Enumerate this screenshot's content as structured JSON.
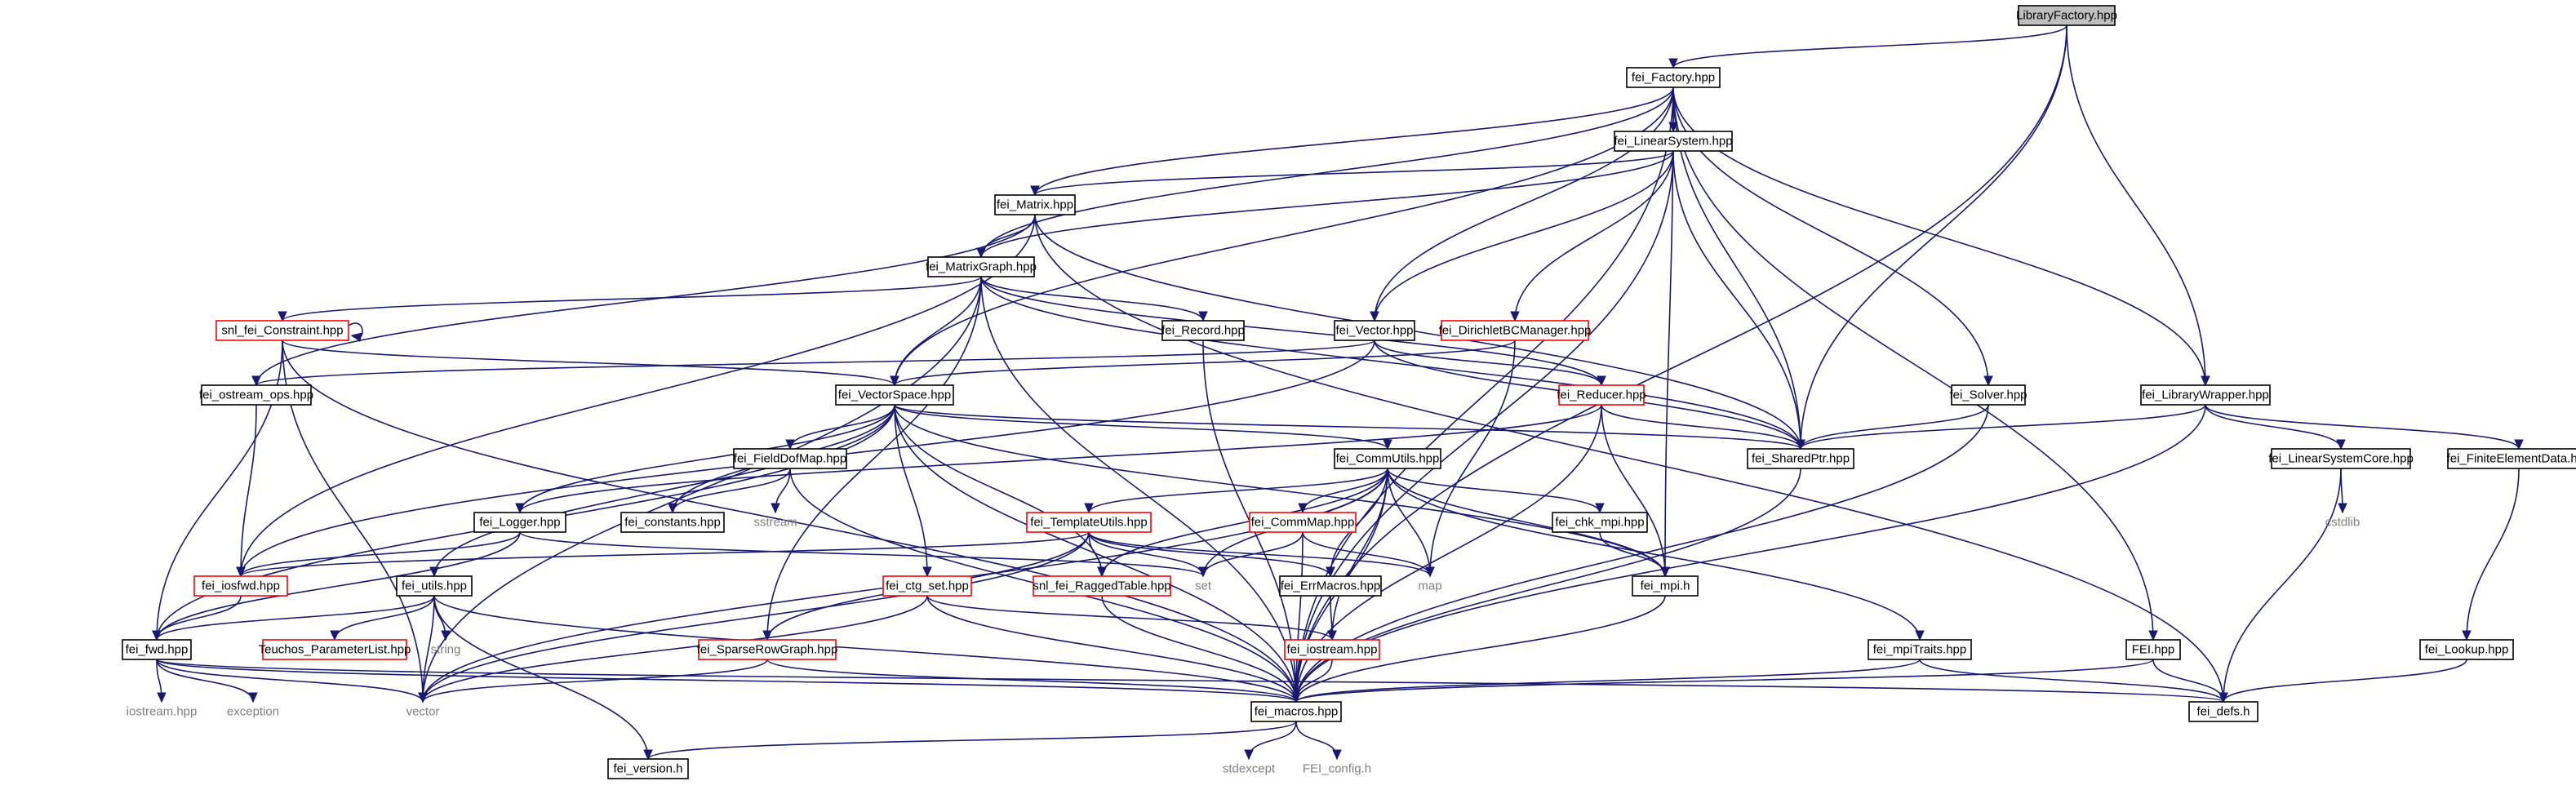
{
  "graph": {
    "title": "",
    "colors": {
      "edge": "#191970",
      "node_border": "#000000",
      "incomplete_border": "#ff0000",
      "root_fill": "#bfbfbf",
      "external_text": "#808080"
    },
    "nodes": [
      {
        "id": "root",
        "label": "LibraryFactory.hpp",
        "kind": "root"
      },
      {
        "id": "factory",
        "label": "fei_Factory.hpp",
        "kind": "node"
      },
      {
        "id": "linsys",
        "label": "fei_LinearSystem.hpp",
        "kind": "node"
      },
      {
        "id": "matrix",
        "label": "fei_Matrix.hpp",
        "kind": "node"
      },
      {
        "id": "matgraph",
        "label": "fei_MatrixGraph.hpp",
        "kind": "node"
      },
      {
        "id": "constraint",
        "label": "snl_fei_Constraint.hpp",
        "kind": "red"
      },
      {
        "id": "record",
        "label": "fei_Record.hpp",
        "kind": "node"
      },
      {
        "id": "vector",
        "label": "fei_Vector.hpp",
        "kind": "node"
      },
      {
        "id": "dirichlet",
        "label": "fei_DirichletBCManager.hpp",
        "kind": "red"
      },
      {
        "id": "ostream",
        "label": "fei_ostream_ops.hpp",
        "kind": "node"
      },
      {
        "id": "vspace",
        "label": "fei_VectorSpace.hpp",
        "kind": "node"
      },
      {
        "id": "reducer",
        "label": "fei_Reducer.hpp",
        "kind": "red"
      },
      {
        "id": "solver",
        "label": "fei_Solver.hpp",
        "kind": "node"
      },
      {
        "id": "libwrap",
        "label": "fei_LibraryWrapper.hpp",
        "kind": "node"
      },
      {
        "id": "fielddof",
        "label": "fei_FieldDofMap.hpp",
        "kind": "node"
      },
      {
        "id": "commutils",
        "label": "fei_CommUtils.hpp",
        "kind": "node"
      },
      {
        "id": "sharedptr",
        "label": "fei_SharedPtr.hpp",
        "kind": "node"
      },
      {
        "id": "lscore",
        "label": "fei_LinearSystemCore.hpp",
        "kind": "node"
      },
      {
        "id": "fedata",
        "label": "fei_FiniteElementData.hpp",
        "kind": "node"
      },
      {
        "id": "logger",
        "label": "fei_Logger.hpp",
        "kind": "node"
      },
      {
        "id": "constants",
        "label": "fei_constants.hpp",
        "kind": "node"
      },
      {
        "id": "sstream",
        "label": "sstream",
        "kind": "ext"
      },
      {
        "id": "templ",
        "label": "fei_TemplateUtils.hpp",
        "kind": "red"
      },
      {
        "id": "commmap",
        "label": "fei_CommMap.hpp",
        "kind": "red"
      },
      {
        "id": "chkmpi",
        "label": "fei_chk_mpi.hpp",
        "kind": "node"
      },
      {
        "id": "cstdlib",
        "label": "cstdlib",
        "kind": "ext"
      },
      {
        "id": "iosfwd",
        "label": "fei_iosfwd.hpp",
        "kind": "red"
      },
      {
        "id": "utils",
        "label": "fei_utils.hpp",
        "kind": "node"
      },
      {
        "id": "ctgset",
        "label": "fei_ctg_set.hpp",
        "kind": "red"
      },
      {
        "id": "ragged",
        "label": "snl_fei_RaggedTable.hpp",
        "kind": "red"
      },
      {
        "id": "set",
        "label": "set",
        "kind": "ext"
      },
      {
        "id": "errmacros",
        "label": "fei_ErrMacros.hpp",
        "kind": "node"
      },
      {
        "id": "map",
        "label": "map",
        "kind": "ext"
      },
      {
        "id": "mpih",
        "label": "fei_mpi.h",
        "kind": "node"
      },
      {
        "id": "fwd",
        "label": "fei_fwd.hpp",
        "kind": "node"
      },
      {
        "id": "teuchos",
        "label": "Teuchos_ParameterList.hpp",
        "kind": "red"
      },
      {
        "id": "string",
        "label": "string",
        "kind": "ext"
      },
      {
        "id": "sparserow",
        "label": "fei_SparseRowGraph.hpp",
        "kind": "red"
      },
      {
        "id": "iostreamfei",
        "label": "fei_iostream.hpp",
        "kind": "red"
      },
      {
        "id": "mpitraits",
        "label": "fei_mpiTraits.hpp",
        "kind": "node"
      },
      {
        "id": "feihpp",
        "label": "FEI.hpp",
        "kind": "node"
      },
      {
        "id": "lookup",
        "label": "fei_Lookup.hpp",
        "kind": "node"
      },
      {
        "id": "iostreamhpp",
        "label": "iostream.hpp",
        "kind": "ext"
      },
      {
        "id": "exception",
        "label": "exception",
        "kind": "ext"
      },
      {
        "id": "vectorstd",
        "label": "vector",
        "kind": "ext"
      },
      {
        "id": "macros",
        "label": "fei_macros.hpp",
        "kind": "node"
      },
      {
        "id": "defs",
        "label": "fei_defs.h",
        "kind": "node"
      },
      {
        "id": "version",
        "label": "fei_version.h",
        "kind": "node"
      },
      {
        "id": "stdexcept",
        "label": "stdexcept",
        "kind": "ext"
      },
      {
        "id": "feiconfig",
        "label": "FEI_config.h",
        "kind": "ext"
      }
    ],
    "edges": [
      [
        "root",
        "factory"
      ],
      [
        "root",
        "sharedptr"
      ],
      [
        "root",
        "libwrap"
      ],
      [
        "root",
        "macros"
      ],
      [
        "factory",
        "linsys"
      ],
      [
        "factory",
        "matrix"
      ],
      [
        "factory",
        "matgraph"
      ],
      [
        "factory",
        "vector"
      ],
      [
        "factory",
        "vspace"
      ],
      [
        "factory",
        "sharedptr"
      ],
      [
        "factory",
        "solver"
      ],
      [
        "factory",
        "libwrap"
      ],
      [
        "factory",
        "feihpp"
      ],
      [
        "factory",
        "mpih"
      ],
      [
        "factory",
        "macros"
      ],
      [
        "linsys",
        "matrix"
      ],
      [
        "linsys",
        "matgraph"
      ],
      [
        "linsys",
        "vector"
      ],
      [
        "linsys",
        "dirichlet"
      ],
      [
        "linsys",
        "sharedptr"
      ],
      [
        "linsys",
        "macros"
      ],
      [
        "matrix",
        "matgraph"
      ],
      [
        "matrix",
        "ostream"
      ],
      [
        "matrix",
        "iosfwd"
      ],
      [
        "matrix",
        "sharedptr"
      ],
      [
        "matrix",
        "defs"
      ],
      [
        "matgraph",
        "constraint"
      ],
      [
        "matgraph",
        "record"
      ],
      [
        "matgraph",
        "vspace"
      ],
      [
        "matgraph",
        "reducer"
      ],
      [
        "matgraph",
        "sharedptr"
      ],
      [
        "matgraph",
        "sparserow"
      ],
      [
        "matgraph",
        "vectorstd"
      ],
      [
        "matgraph",
        "macros"
      ],
      [
        "constraint",
        "constraint"
      ],
      [
        "constraint",
        "vspace"
      ],
      [
        "constraint",
        "fwd"
      ],
      [
        "constraint",
        "vectorstd"
      ],
      [
        "constraint",
        "macros"
      ],
      [
        "record",
        "macros"
      ],
      [
        "vector",
        "ostream"
      ],
      [
        "vector",
        "reducer"
      ],
      [
        "vector",
        "iosfwd"
      ],
      [
        "vector",
        "sharedptr"
      ],
      [
        "dirichlet",
        "vspace"
      ],
      [
        "dirichlet",
        "map"
      ],
      [
        "ostream",
        "iosfwd"
      ],
      [
        "vspace",
        "fielddof"
      ],
      [
        "vspace",
        "commutils"
      ],
      [
        "vspace",
        "logger"
      ],
      [
        "vspace",
        "constants"
      ],
      [
        "vspace",
        "ctgset"
      ],
      [
        "vspace",
        "ragged"
      ],
      [
        "vspace",
        "utils"
      ],
      [
        "vspace",
        "fwd"
      ],
      [
        "vspace",
        "sharedptr"
      ],
      [
        "vspace",
        "macros"
      ],
      [
        "vspace",
        "mpih"
      ],
      [
        "reducer",
        "logger"
      ],
      [
        "reducer",
        "sharedptr"
      ],
      [
        "reducer",
        "mpih"
      ],
      [
        "reducer",
        "macros"
      ],
      [
        "solver",
        "sharedptr"
      ],
      [
        "solver",
        "macros"
      ],
      [
        "libwrap",
        "sharedptr"
      ],
      [
        "libwrap",
        "lscore"
      ],
      [
        "libwrap",
        "fedata"
      ],
      [
        "libwrap",
        "macros"
      ],
      [
        "lscore",
        "cstdlib"
      ],
      [
        "lscore",
        "defs"
      ],
      [
        "fedata",
        "lookup"
      ],
      [
        "fielddof",
        "constants"
      ],
      [
        "fielddof",
        "sstream"
      ],
      [
        "fielddof",
        "macros"
      ],
      [
        "commutils",
        "templ"
      ],
      [
        "commutils",
        "commmap"
      ],
      [
        "commutils",
        "chkmpi"
      ],
      [
        "commutils",
        "mpih"
      ],
      [
        "commutils",
        "map"
      ],
      [
        "commutils",
        "set"
      ],
      [
        "commutils",
        "ragged"
      ],
      [
        "commutils",
        "errmacros"
      ],
      [
        "commutils",
        "iostreamfei"
      ],
      [
        "commutils",
        "mpitraits"
      ],
      [
        "commutils",
        "vectorstd"
      ],
      [
        "commutils",
        "macros"
      ],
      [
        "sharedptr",
        "macros"
      ],
      [
        "logger",
        "iosfwd"
      ],
      [
        "logger",
        "set"
      ],
      [
        "logger",
        "fwd"
      ],
      [
        "templ",
        "iosfwd"
      ],
      [
        "templ",
        "ragged"
      ],
      [
        "templ",
        "sparserow"
      ],
      [
        "templ",
        "set"
      ],
      [
        "templ",
        "map"
      ],
      [
        "templ",
        "errmacros"
      ],
      [
        "templ",
        "vectorstd"
      ],
      [
        "commmap",
        "set"
      ],
      [
        "commmap",
        "map"
      ],
      [
        "commmap",
        "macros"
      ],
      [
        "chkmpi",
        "mpih"
      ],
      [
        "iosfwd",
        "fwd"
      ],
      [
        "utils",
        "fwd"
      ],
      [
        "utils",
        "teuchos"
      ],
      [
        "utils",
        "string"
      ],
      [
        "utils",
        "vectorstd"
      ],
      [
        "utils",
        "version"
      ],
      [
        "utils",
        "macros"
      ],
      [
        "ctgset",
        "iostreamfei"
      ],
      [
        "ctgset",
        "vectorstd"
      ],
      [
        "ctgset",
        "macros"
      ],
      [
        "ragged",
        "macros"
      ],
      [
        "errmacros",
        "iostreamfei"
      ],
      [
        "mpih",
        "macros"
      ],
      [
        "fwd",
        "iostreamhpp"
      ],
      [
        "fwd",
        "exception"
      ],
      [
        "fwd",
        "vectorstd"
      ],
      [
        "fwd",
        "macros"
      ],
      [
        "fwd",
        "defs"
      ],
      [
        "sparserow",
        "vectorstd"
      ],
      [
        "sparserow",
        "macros"
      ],
      [
        "iostreamfei",
        "macros"
      ],
      [
        "mpitraits",
        "macros"
      ],
      [
        "mpitraits",
        "defs"
      ],
      [
        "feihpp",
        "macros"
      ],
      [
        "feihpp",
        "defs"
      ],
      [
        "lookup",
        "defs"
      ],
      [
        "macros",
        "version"
      ],
      [
        "macros",
        "stdexcept"
      ],
      [
        "macros",
        "feiconfig"
      ]
    ]
  }
}
